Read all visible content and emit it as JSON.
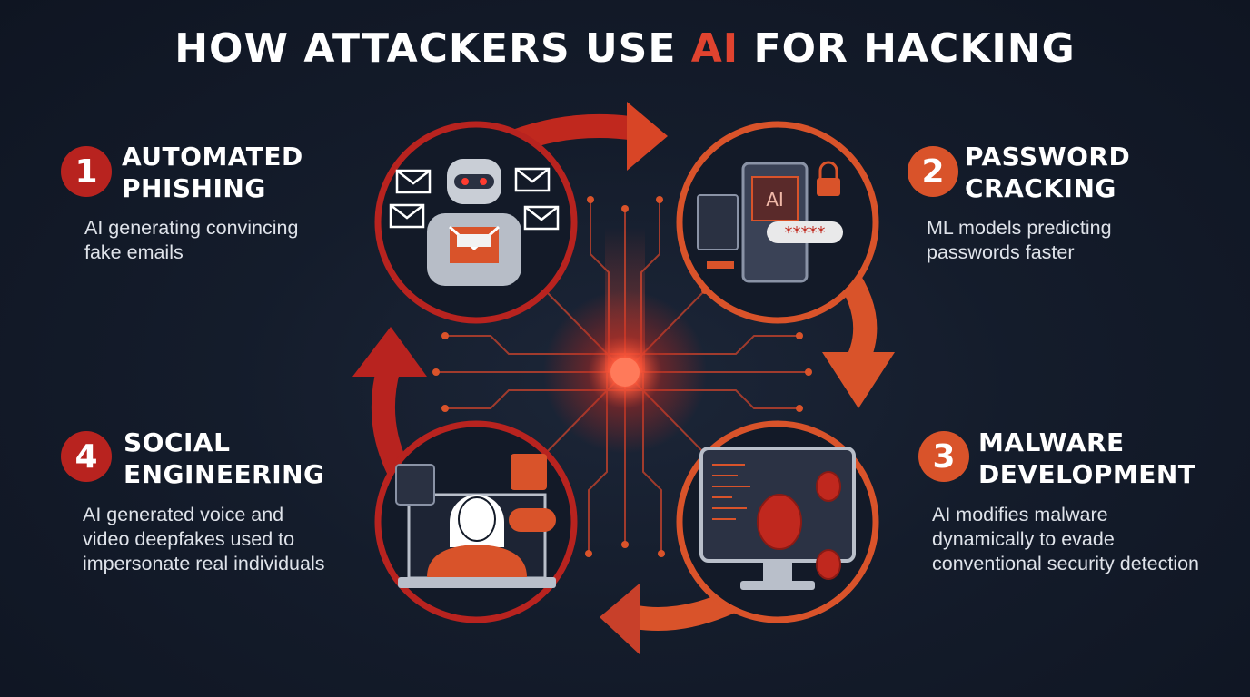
{
  "title": {
    "pre": "HOW ATTACKERS USE ",
    "accent": "AI",
    "post": " FOR HACKING"
  },
  "steps": [
    {
      "number": "1",
      "heading": [
        "AUTOMATED",
        "PHISHING"
      ],
      "desc": [
        "AI generating convincing",
        "fake emails"
      ]
    },
    {
      "number": "2",
      "heading": [
        "PASSWORD",
        "CRACKING"
      ],
      "desc": [
        "ML models predicting",
        "passwords faster"
      ]
    },
    {
      "number": "3",
      "heading": [
        "MALWARE",
        "DEVELOPMENT"
      ],
      "desc": [
        "AI modifies malware",
        "dynamically to evade",
        "conventional security detection"
      ]
    },
    {
      "number": "4",
      "heading": [
        "SOCIAL",
        "ENGINEERING"
      ],
      "desc": [
        "AI generated voice and",
        "video deepfakes used to",
        "impersonate real individuals"
      ]
    }
  ],
  "illustrations": {
    "password_screen_label": "AI",
    "password_mask": "*****"
  },
  "colors": {
    "background": "#141c2b",
    "accent_red": "#b8231f",
    "accent_orange": "#d9532a",
    "core_glow": "#ff5a3c"
  }
}
